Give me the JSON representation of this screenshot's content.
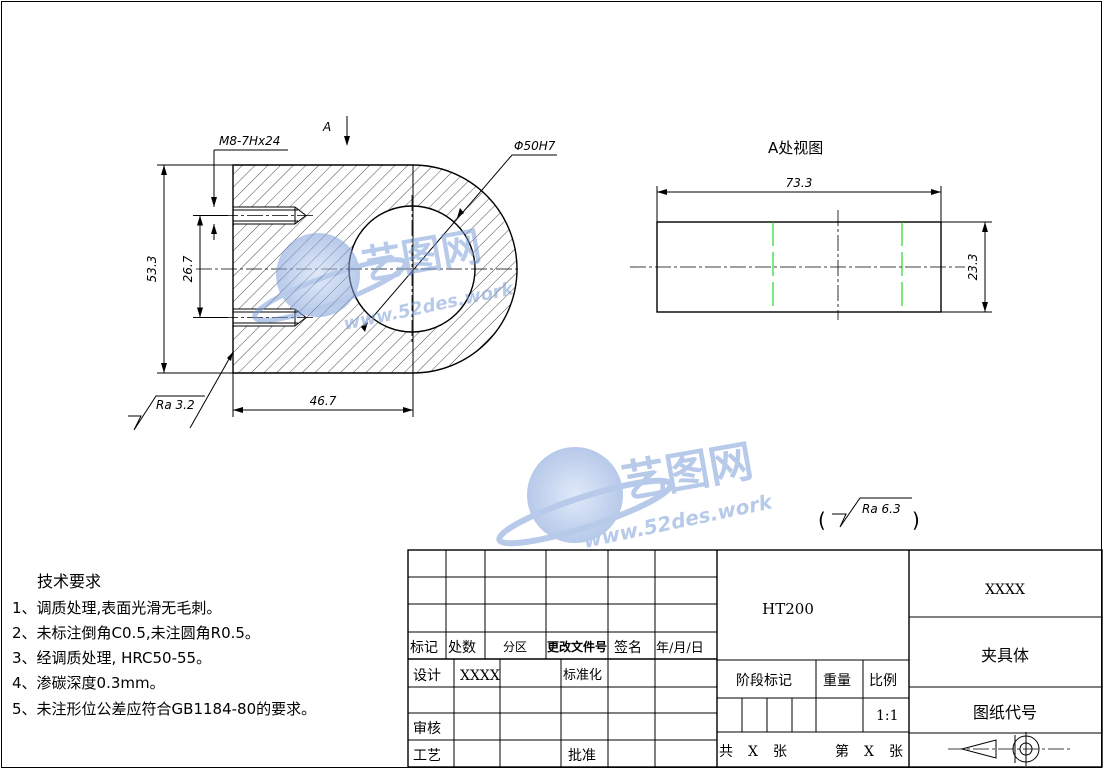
{
  "front_view": {
    "thread_label": "M8-7Hx24",
    "bore_label": "Φ50H7",
    "view_arrow_label": "A",
    "dim_height": "53.3",
    "dim_hole_spacing": "26.7",
    "dim_width": "46.7",
    "roughness_label": "Ra 3.2"
  },
  "side_view": {
    "title": "A处视图",
    "dim_length": "73.3",
    "dim_height": "23.3"
  },
  "general_roughness": {
    "label": "Ra 6.3",
    "open_paren": "(",
    "close_paren": ")"
  },
  "tech_requirements": {
    "title": "技术要求",
    "items": [
      "1、调质处理,表面光滑无毛刺。",
      "2、未标注倒角C0.5,未注圆角R0.5。",
      "3、经调质处理, HRC50-55。",
      "4、渗碳深度0.3mm。",
      "5、未注形位公差应符合GB1184-80的要求。"
    ]
  },
  "title_block": {
    "mark": "标记",
    "count": "处数",
    "zone": "分区",
    "change_doc": "更改文件号",
    "signature": "签名",
    "date": "年/月/日",
    "design": "设计",
    "designer": "XXXX",
    "standardize": "标准化",
    "review": "审核",
    "process": "工艺",
    "approve": "批准",
    "material": "HT200",
    "stage_mark": "阶段标记",
    "weight": "重量",
    "scale": "比例",
    "scale_value": "1:1",
    "company": "XXXX",
    "part_name": "夹具体",
    "drawing_number": "图纸代号",
    "sheets_total_prefix": "共",
    "sheets_total_value": "X",
    "sheets_total_suffix": "张",
    "sheet_no_prefix": "第",
    "sheet_no_value": "X",
    "sheet_no_suffix": "张"
  },
  "watermark": {
    "brand": "艺图网",
    "url": "www.52des.work"
  },
  "colors": {
    "line": "#000000",
    "green_marks": "#00cc00",
    "watermark": "#7d9fd9"
  }
}
